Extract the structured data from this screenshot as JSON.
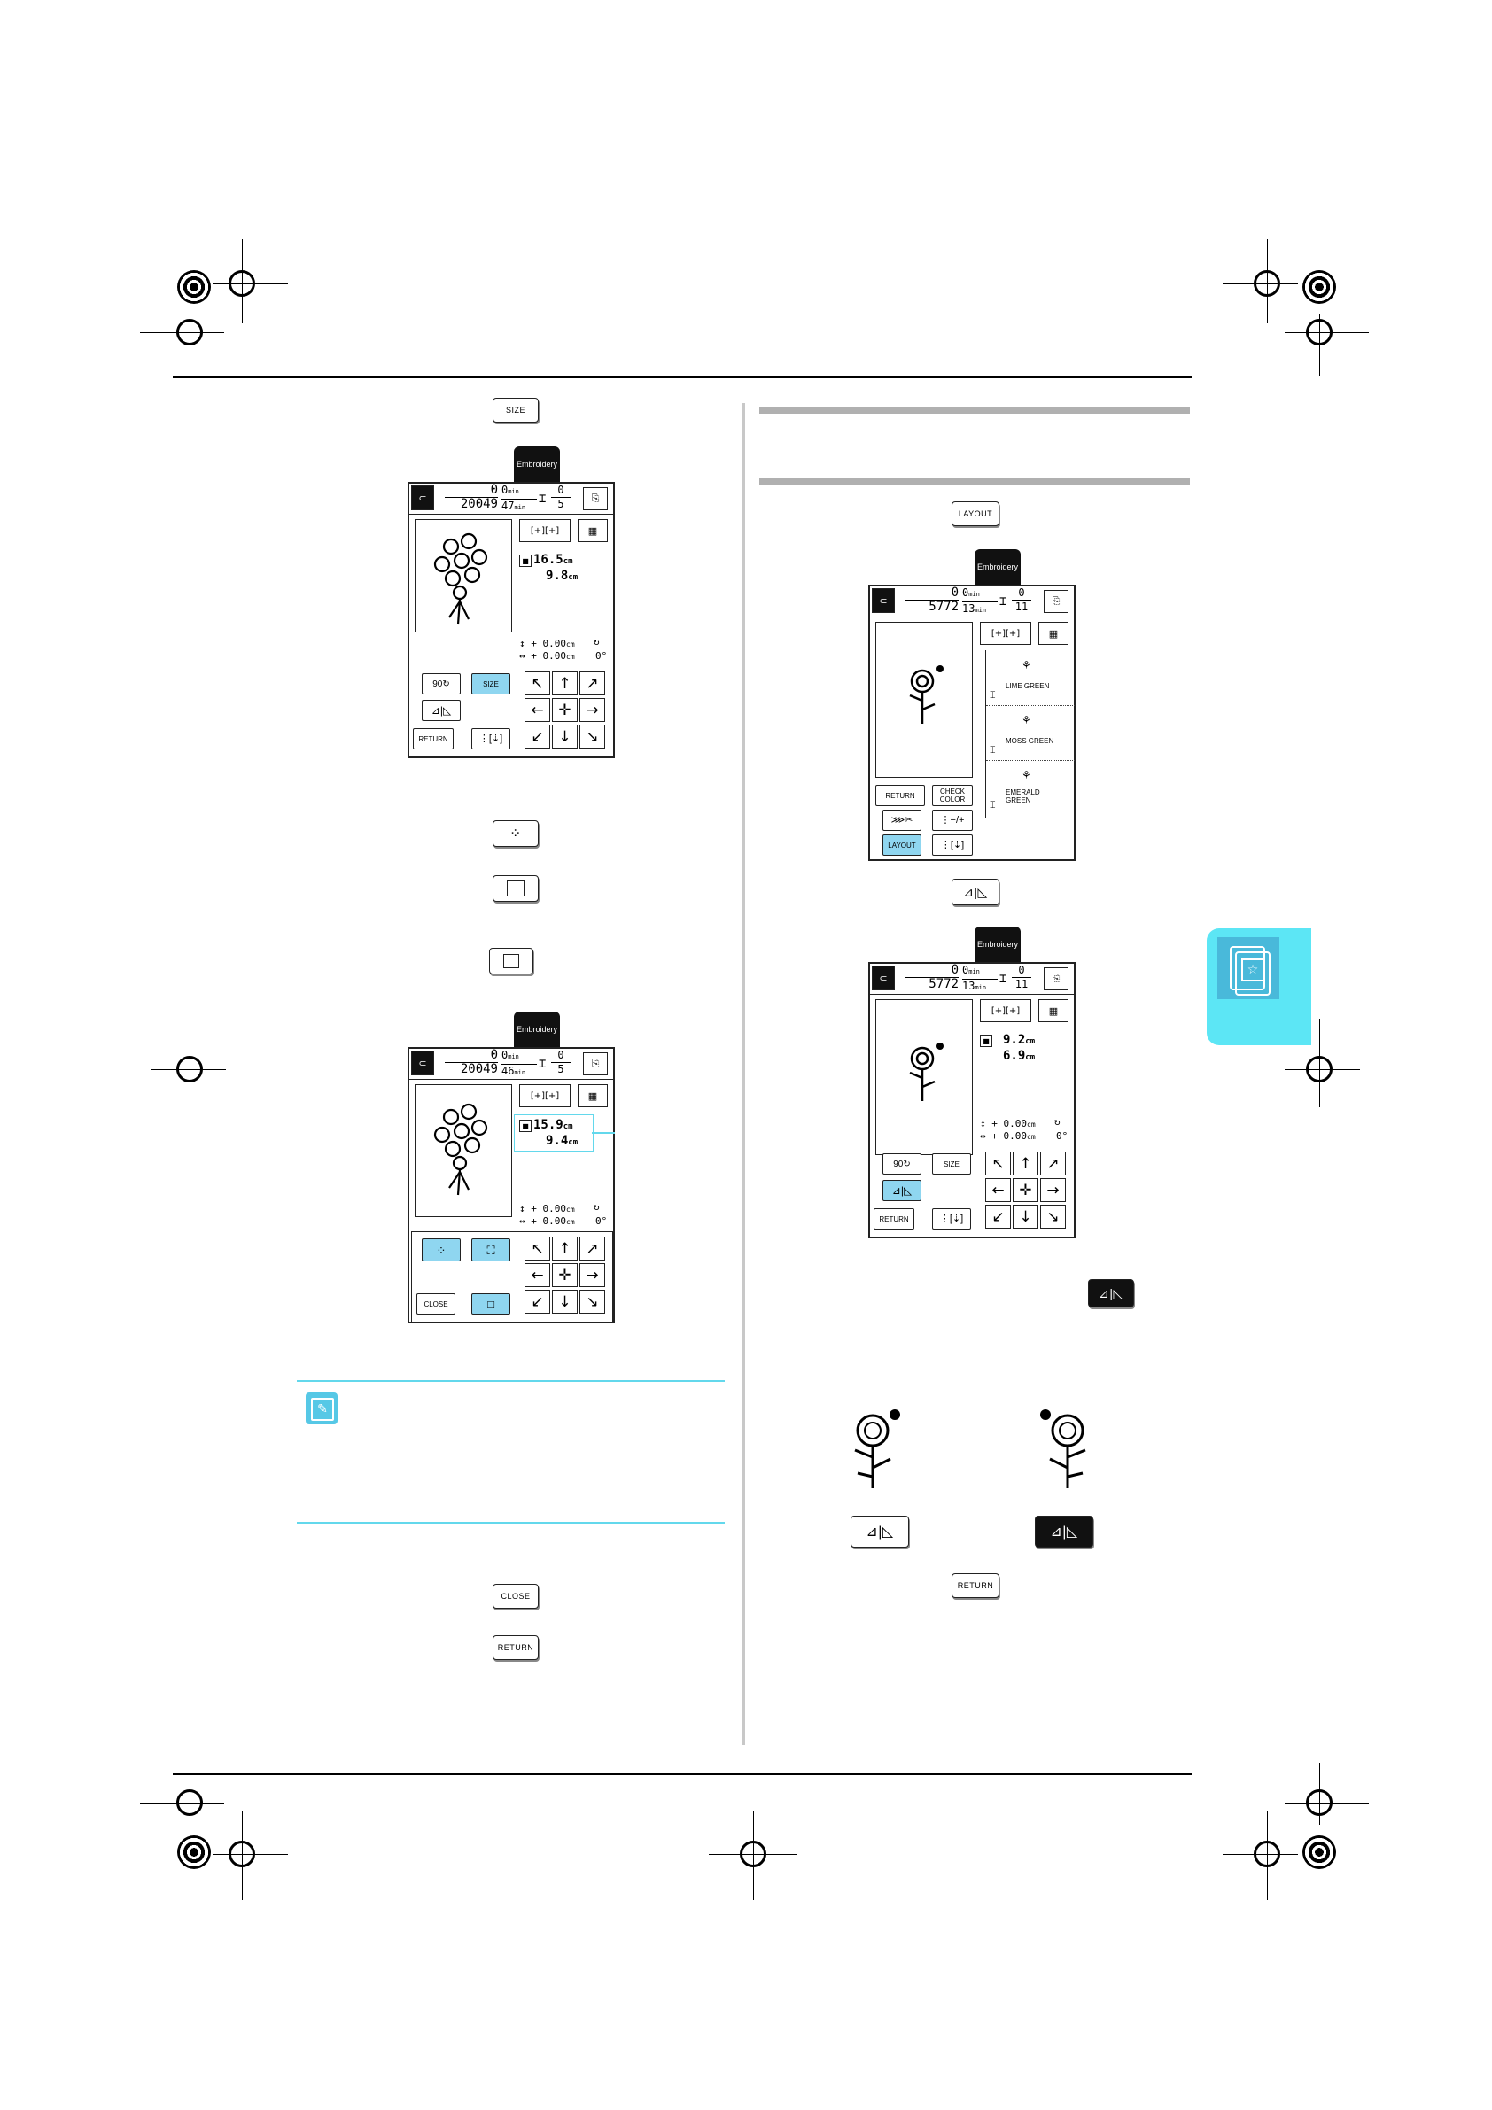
{
  "keys": {
    "size": "SIZE",
    "layout": "LAYOUT",
    "close": "CLOSE",
    "return": "RETURN"
  },
  "screen_common": {
    "tab_label": "Embroidery",
    "min_unit": "min",
    "cm_unit": "cm",
    "size_btn": "SIZE",
    "return_btn": "RETURN",
    "close_btn": "CLOSE",
    "layout_btn": "LAYOUT",
    "check_color_btn": "CHECK COLOR",
    "rotate_label": "90",
    "pos_v": "0.00",
    "pos_h": "0.00",
    "angle": "0°"
  },
  "screen1": {
    "stitches_done": "0",
    "stitches_total": "20049",
    "time_done": "0",
    "time_total": "47",
    "color_done": "0",
    "color_total": "5",
    "height": "16.5",
    "width": "9.8"
  },
  "screen2": {
    "stitches_done": "0",
    "stitches_total": "20049",
    "time_done": "0",
    "time_total": "46",
    "color_done": "0",
    "color_total": "5",
    "height": "15.9",
    "width": "9.4"
  },
  "screen3": {
    "stitches_done": "0",
    "stitches_total": "5772",
    "time_done": "0",
    "time_total": "13",
    "color_done": "0",
    "color_total": "11",
    "threads": [
      "LIME GREEN",
      "MOSS GREEN",
      "EMERALD GREEN"
    ]
  },
  "screen4": {
    "stitches_done": "0",
    "stitches_total": "5772",
    "time_done": "0",
    "time_total": "13",
    "color_done": "0",
    "color_total": "11",
    "height": "9.2",
    "width": "6.9"
  },
  "colors": {
    "accent_blue": "#8fd6f0",
    "tab_cyan": "#5ce6f5",
    "rule_cyan": "#63d8ec",
    "column_gray": "#c8c8c8"
  }
}
